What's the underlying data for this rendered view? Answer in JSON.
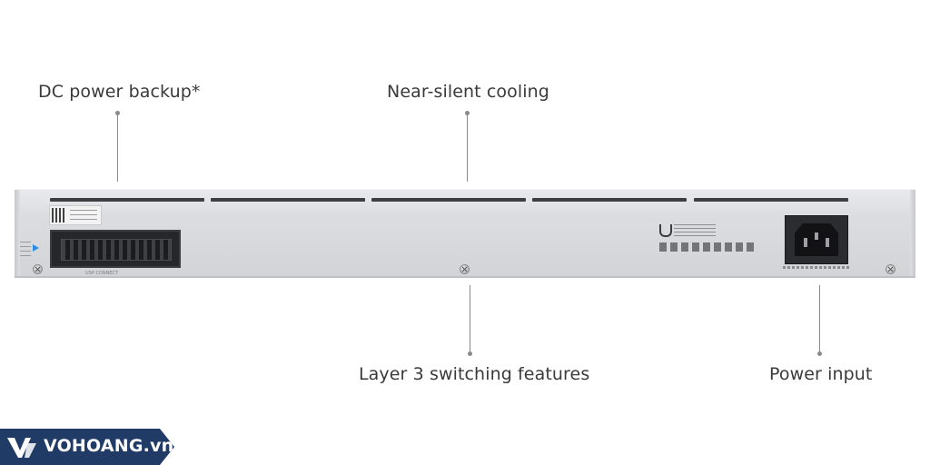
{
  "callouts": {
    "dc_power_backup": "DC power backup*",
    "near_silent_cooling": "Near-silent cooling",
    "layer3_switching": "Layer 3 switching features",
    "power_input": "Power input"
  },
  "device": {
    "port_caption": "USP CONNECT"
  },
  "brand": {
    "name": "VOHOANG.vn",
    "color": "#1f3b66"
  }
}
